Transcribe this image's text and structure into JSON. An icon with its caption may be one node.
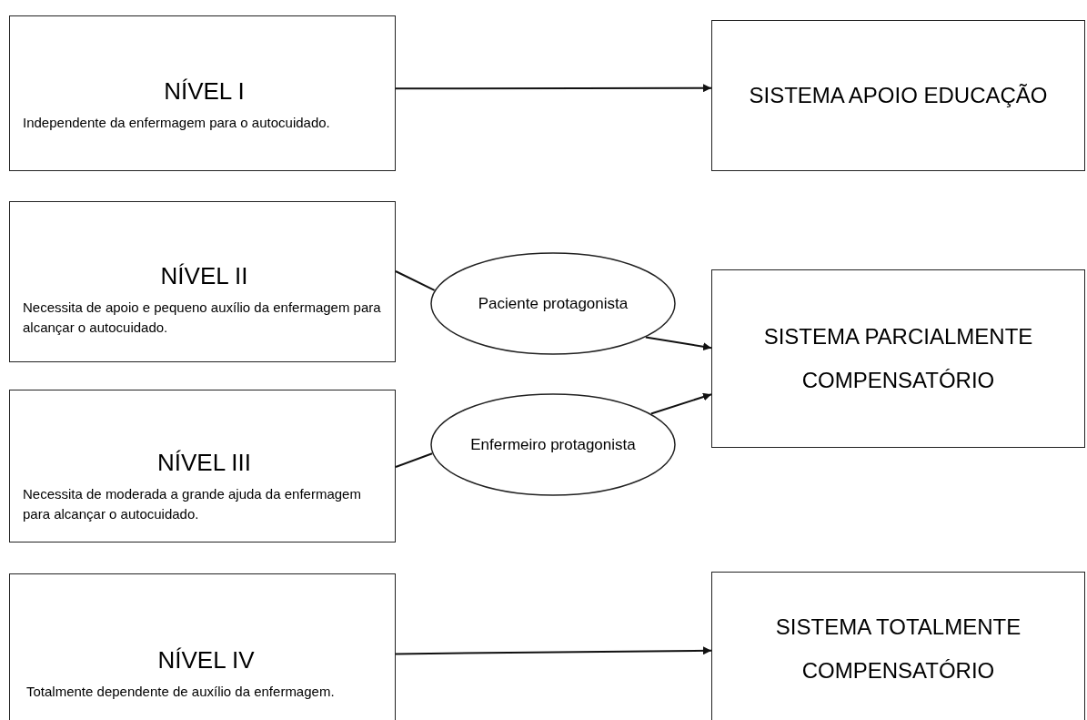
{
  "diagram": {
    "nodes": [
      {
        "text": [
          "NÍVEL I",
          "Independente da enfermagem para o autocuidado."
        ]
      },
      {
        "text": [
          "SISTEMA APOIO EDUCAÇÃO"
        ]
      },
      {
        "text": [
          "NÍVEL II",
          "Necessita de apoio e pequeno auxílio da enfermagem para alcançar o autocuidado."
        ]
      },
      {
        "text": [
          "Paciente protagonista"
        ]
      },
      {
        "text": [
          "SISTEMA PARCIALMENTE COMPENSATÓRIO"
        ]
      },
      {
        "text": [
          "NÍVEL III",
          "Necessita de moderada a grande ajuda da enfermagem para alcançar o autocuidado."
        ]
      },
      {
        "text": [
          "Enfermeiro protagonista"
        ]
      },
      {
        "text": [
          "NÍVEL IV",
          "Totalmente dependente de auxílio da enfermagem."
        ]
      },
      {
        "text": [
          "SISTEMA TOTALMENTE COMPENSATÓRIO"
        ]
      }
    ],
    "edges": [
      {
        "from": 0,
        "to": 1,
        "arrow": "to"
      },
      {
        "from": 2,
        "to": 3,
        "arrow": "none"
      },
      {
        "from": 3,
        "to": 4,
        "arrow": "to"
      },
      {
        "from": 5,
        "to": 6,
        "arrow": "none"
      },
      {
        "from": 6,
        "to": 4,
        "arrow": "to"
      },
      {
        "from": 7,
        "to": 8,
        "arrow": "to"
      }
    ]
  }
}
